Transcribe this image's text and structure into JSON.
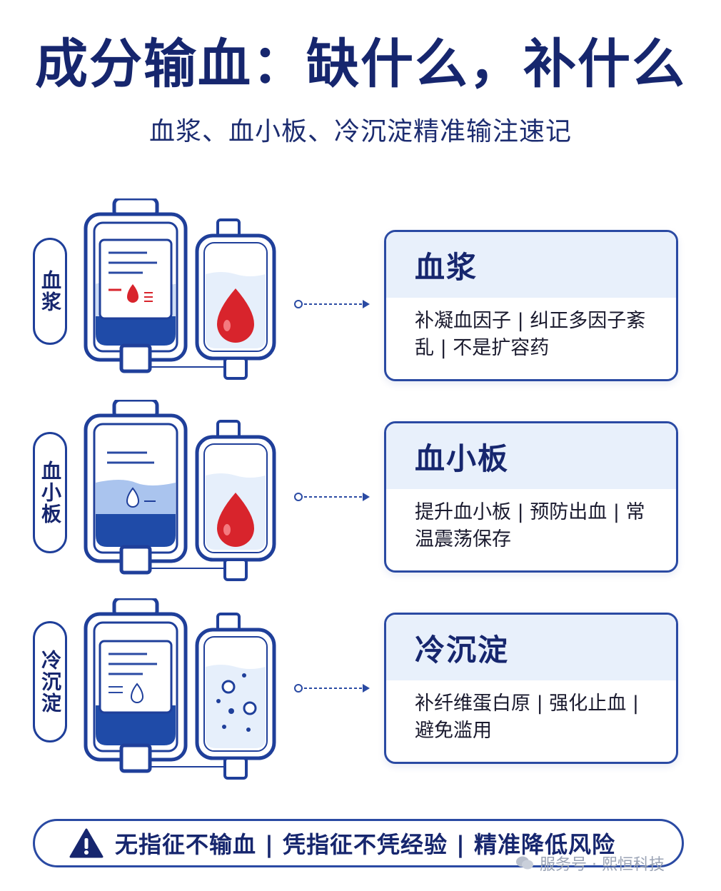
{
  "title": "成分输血：缺什么，补什么",
  "subtitle": "血浆、血小板、冷沉淀精准输注速记",
  "rows": [
    {
      "label": "血浆",
      "card_title": "血浆",
      "card_body": "补凝血因子 | 纠正多因子紊乱 | 不是扩容药",
      "drop_color": "#d8242c"
    },
    {
      "label": "血小板",
      "card_title": "血小板",
      "card_body": "提升血小板 | 预防出血 | 常温震荡保存",
      "drop_color": "#d8242c"
    },
    {
      "label": "冷沉淀",
      "card_title": "冷沉淀",
      "card_body": "补纤维蛋白原 | 强化止血 | 避免滥用",
      "drop_color": "#1f3f9a"
    }
  ],
  "banner": "无指征不输血 | 凭指征不凭经验 | 精准降低风险",
  "watermark": "服务号 · 熙恒科技",
  "icons": {
    "warning": "warning-icon",
    "bag": "blood-bag-icon",
    "bottle": "bottle-icon",
    "drop": "drop-icon",
    "arrow": "arrow-right-icon"
  },
  "colors": {
    "navy": "#16266e",
    "blue": "#1f3f9a",
    "red": "#d8242c",
    "card_head": "#e8f0fb"
  }
}
